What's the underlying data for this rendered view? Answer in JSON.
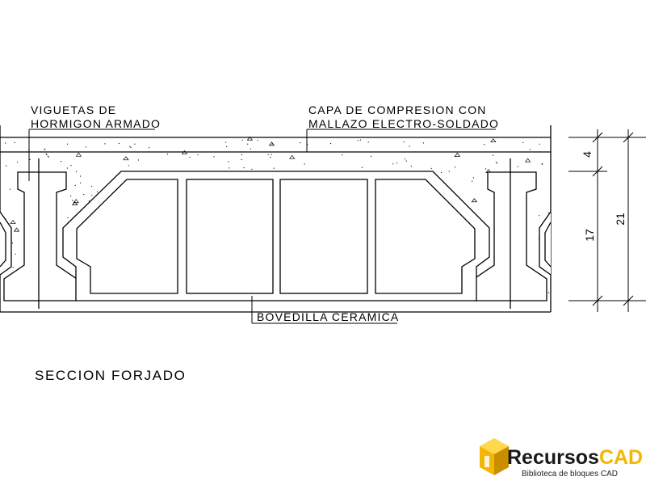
{
  "labels": {
    "joists_line1": "VIGUETAS DE",
    "joists_line2": "HORMIGON ARMADO",
    "topping_line1": "CAPA DE COMPRESION CON",
    "topping_line2": "MALLAZO ELECTRO-SOLDADO",
    "block": "BOVEDILLA CERAMICA",
    "section_title": "SECCION FORJADO"
  },
  "dimensions": {
    "top_slab": "4",
    "block_depth": "17",
    "total_depth": "21"
  },
  "logo": {
    "brand_part1": "Recursos",
    "brand_part2": "CAD",
    "tagline": "Biblioteca de bloques CAD",
    "colors": {
      "part1": "#1a1a1a",
      "part2": "#f2b705",
      "cube_top": "#ffd84d",
      "cube_left": "#f2b705",
      "cube_right": "#c98e00"
    }
  }
}
